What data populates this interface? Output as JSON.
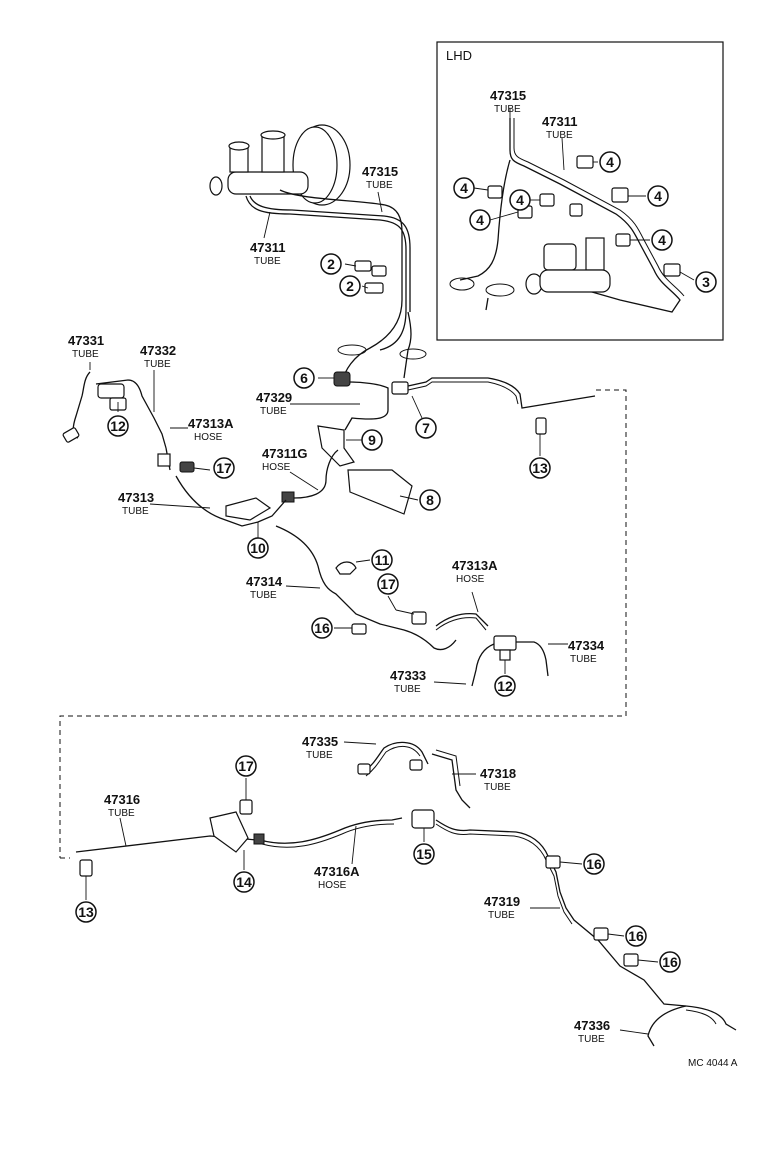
{
  "inset": {
    "title": "LHD"
  },
  "part_labels": [
    {
      "id": "p47315",
      "num": "47315",
      "type": "TUBE"
    },
    {
      "id": "p47311",
      "num": "47311",
      "type": "TUBE"
    },
    {
      "id": "p47331",
      "num": "47331",
      "type": "TUBE"
    },
    {
      "id": "p47332",
      "num": "47332",
      "type": "TUBE"
    },
    {
      "id": "p47313A",
      "num": "47313A",
      "type": "HOSE"
    },
    {
      "id": "p47329",
      "num": "47329",
      "type": "TUBE"
    },
    {
      "id": "p47311G",
      "num": "47311G",
      "type": "HOSE"
    },
    {
      "id": "p47313",
      "num": "47313",
      "type": "TUBE"
    },
    {
      "id": "p47314",
      "num": "47314",
      "type": "TUBE"
    },
    {
      "id": "p47313A2",
      "num": "47313A",
      "type": "HOSE"
    },
    {
      "id": "p47334",
      "num": "47334",
      "type": "TUBE"
    },
    {
      "id": "p47333",
      "num": "47333",
      "type": "TUBE"
    },
    {
      "id": "p47335",
      "num": "47335",
      "type": "TUBE"
    },
    {
      "id": "p47318",
      "num": "47318",
      "type": "TUBE"
    },
    {
      "id": "p47316",
      "num": "47316",
      "type": "TUBE"
    },
    {
      "id": "p47316A",
      "num": "47316A",
      "type": "HOSE"
    },
    {
      "id": "p47319",
      "num": "47319",
      "type": "TUBE"
    },
    {
      "id": "p47336",
      "num": "47336",
      "type": "TUBE"
    },
    {
      "id": "i47315",
      "num": "47315",
      "type": "TUBE"
    },
    {
      "id": "i47311",
      "num": "47311",
      "type": "TUBE"
    }
  ],
  "callouts": [
    "2",
    "2",
    "6",
    "7",
    "9",
    "8",
    "12",
    "17",
    "13",
    "10",
    "11",
    "17",
    "16",
    "12",
    "17",
    "15",
    "14",
    "13",
    "16",
    "16",
    "16",
    "4",
    "4",
    "4",
    "4",
    "4",
    "4",
    "3"
  ],
  "drawing_code": "MC 4044 A"
}
